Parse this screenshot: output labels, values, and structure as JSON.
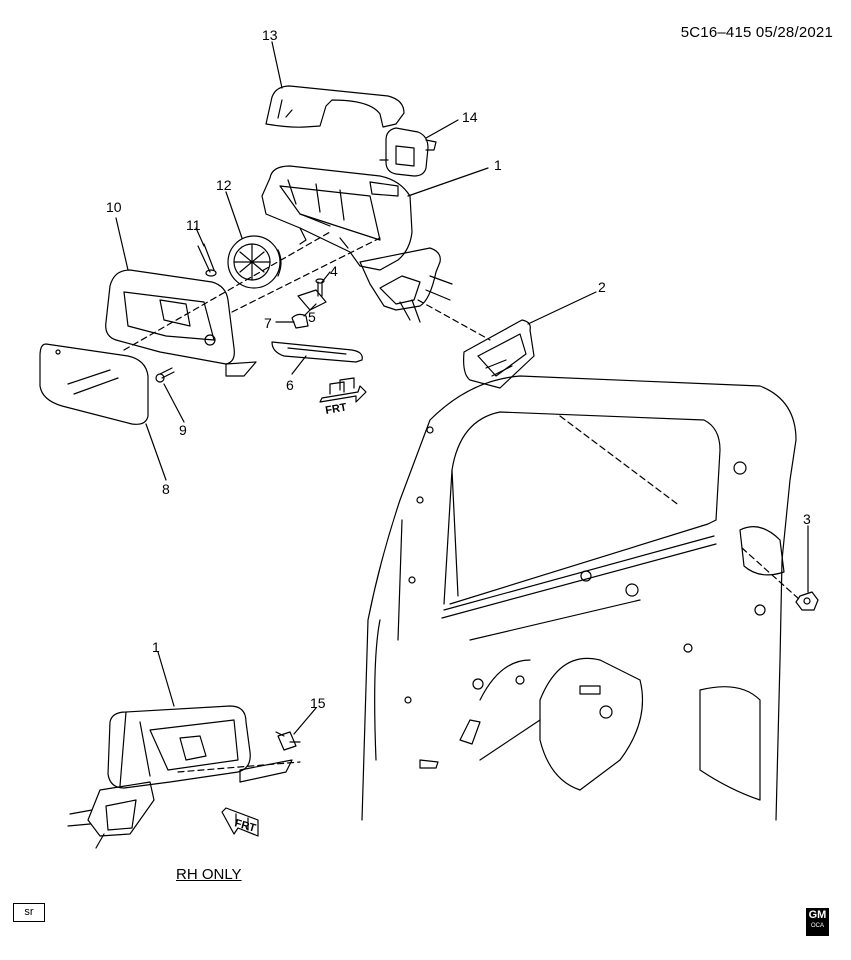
{
  "header": {
    "code": "5C16–415  05/28/2021"
  },
  "note": "RH ONLY",
  "footer": {
    "tag": "sr",
    "logo_text": "GM",
    "logo_sub": "OCA"
  },
  "frt_label": "FRT",
  "callouts": [
    "1",
    "2",
    "3",
    "4",
    "5",
    "6",
    "7",
    "8",
    "9",
    "10",
    "11",
    "12",
    "13",
    "14",
    "15",
    "1"
  ]
}
